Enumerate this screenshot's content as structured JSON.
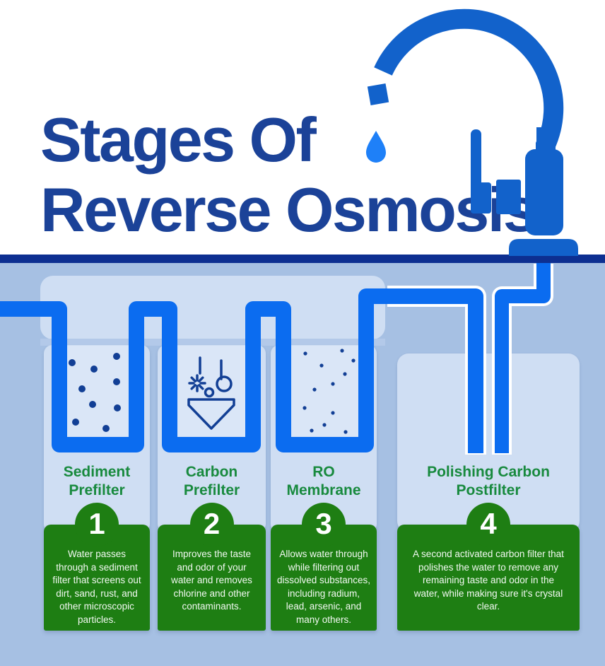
{
  "title": {
    "line1": "Stages Of",
    "line2": "Reverse Osmosis"
  },
  "stages": [
    {
      "number": "1",
      "name": "Sediment\nPrefilter",
      "description": "Water passes\nthrough a sediment\nfilter that screens out\ndirt, sand, rust, and\nother microscopic\nparticles."
    },
    {
      "number": "2",
      "name": "Carbon\nPrefilter",
      "description": "Improves the taste\nand odor of your\nwater and removes\nchlorine and other\ncontaminants."
    },
    {
      "number": "3",
      "name": "RO\nMembrane",
      "description": "Allows water through\nwhile filtering out\ndissolved substances,\nincluding radium,\nlead, arsenic, and\nmany others."
    },
    {
      "number": "4",
      "name": "Polishing Carbon\nPostfilter",
      "description": "A second activated carbon filter that\npolishes the water to remove any\nremaining taste and odor in the\nwater, while making sure it's crystal\nclear."
    }
  ],
  "icons": {
    "faucet": "faucet-icon",
    "water_drop": "water-drop-icon",
    "sediment_particles": "sediment-dots",
    "carbon_filter": "carbon-filter-arrow-icon",
    "dissolved_solids": "fine-particle-dots"
  },
  "colors": {
    "title_navy": "#1b4298",
    "counter_navy": "#0d2f91",
    "faucet_blue": "#1262cb",
    "pipe_blue": "#0b6cf0",
    "drop_blue": "#1e80f8",
    "page_blue": "#a6c0e3",
    "card_blue": "#cfdef3",
    "interior_blue": "#dae6f7",
    "box_green": "#1e7e13",
    "stage_title_green": "#188a3e",
    "icon_navy": "#123f95"
  }
}
